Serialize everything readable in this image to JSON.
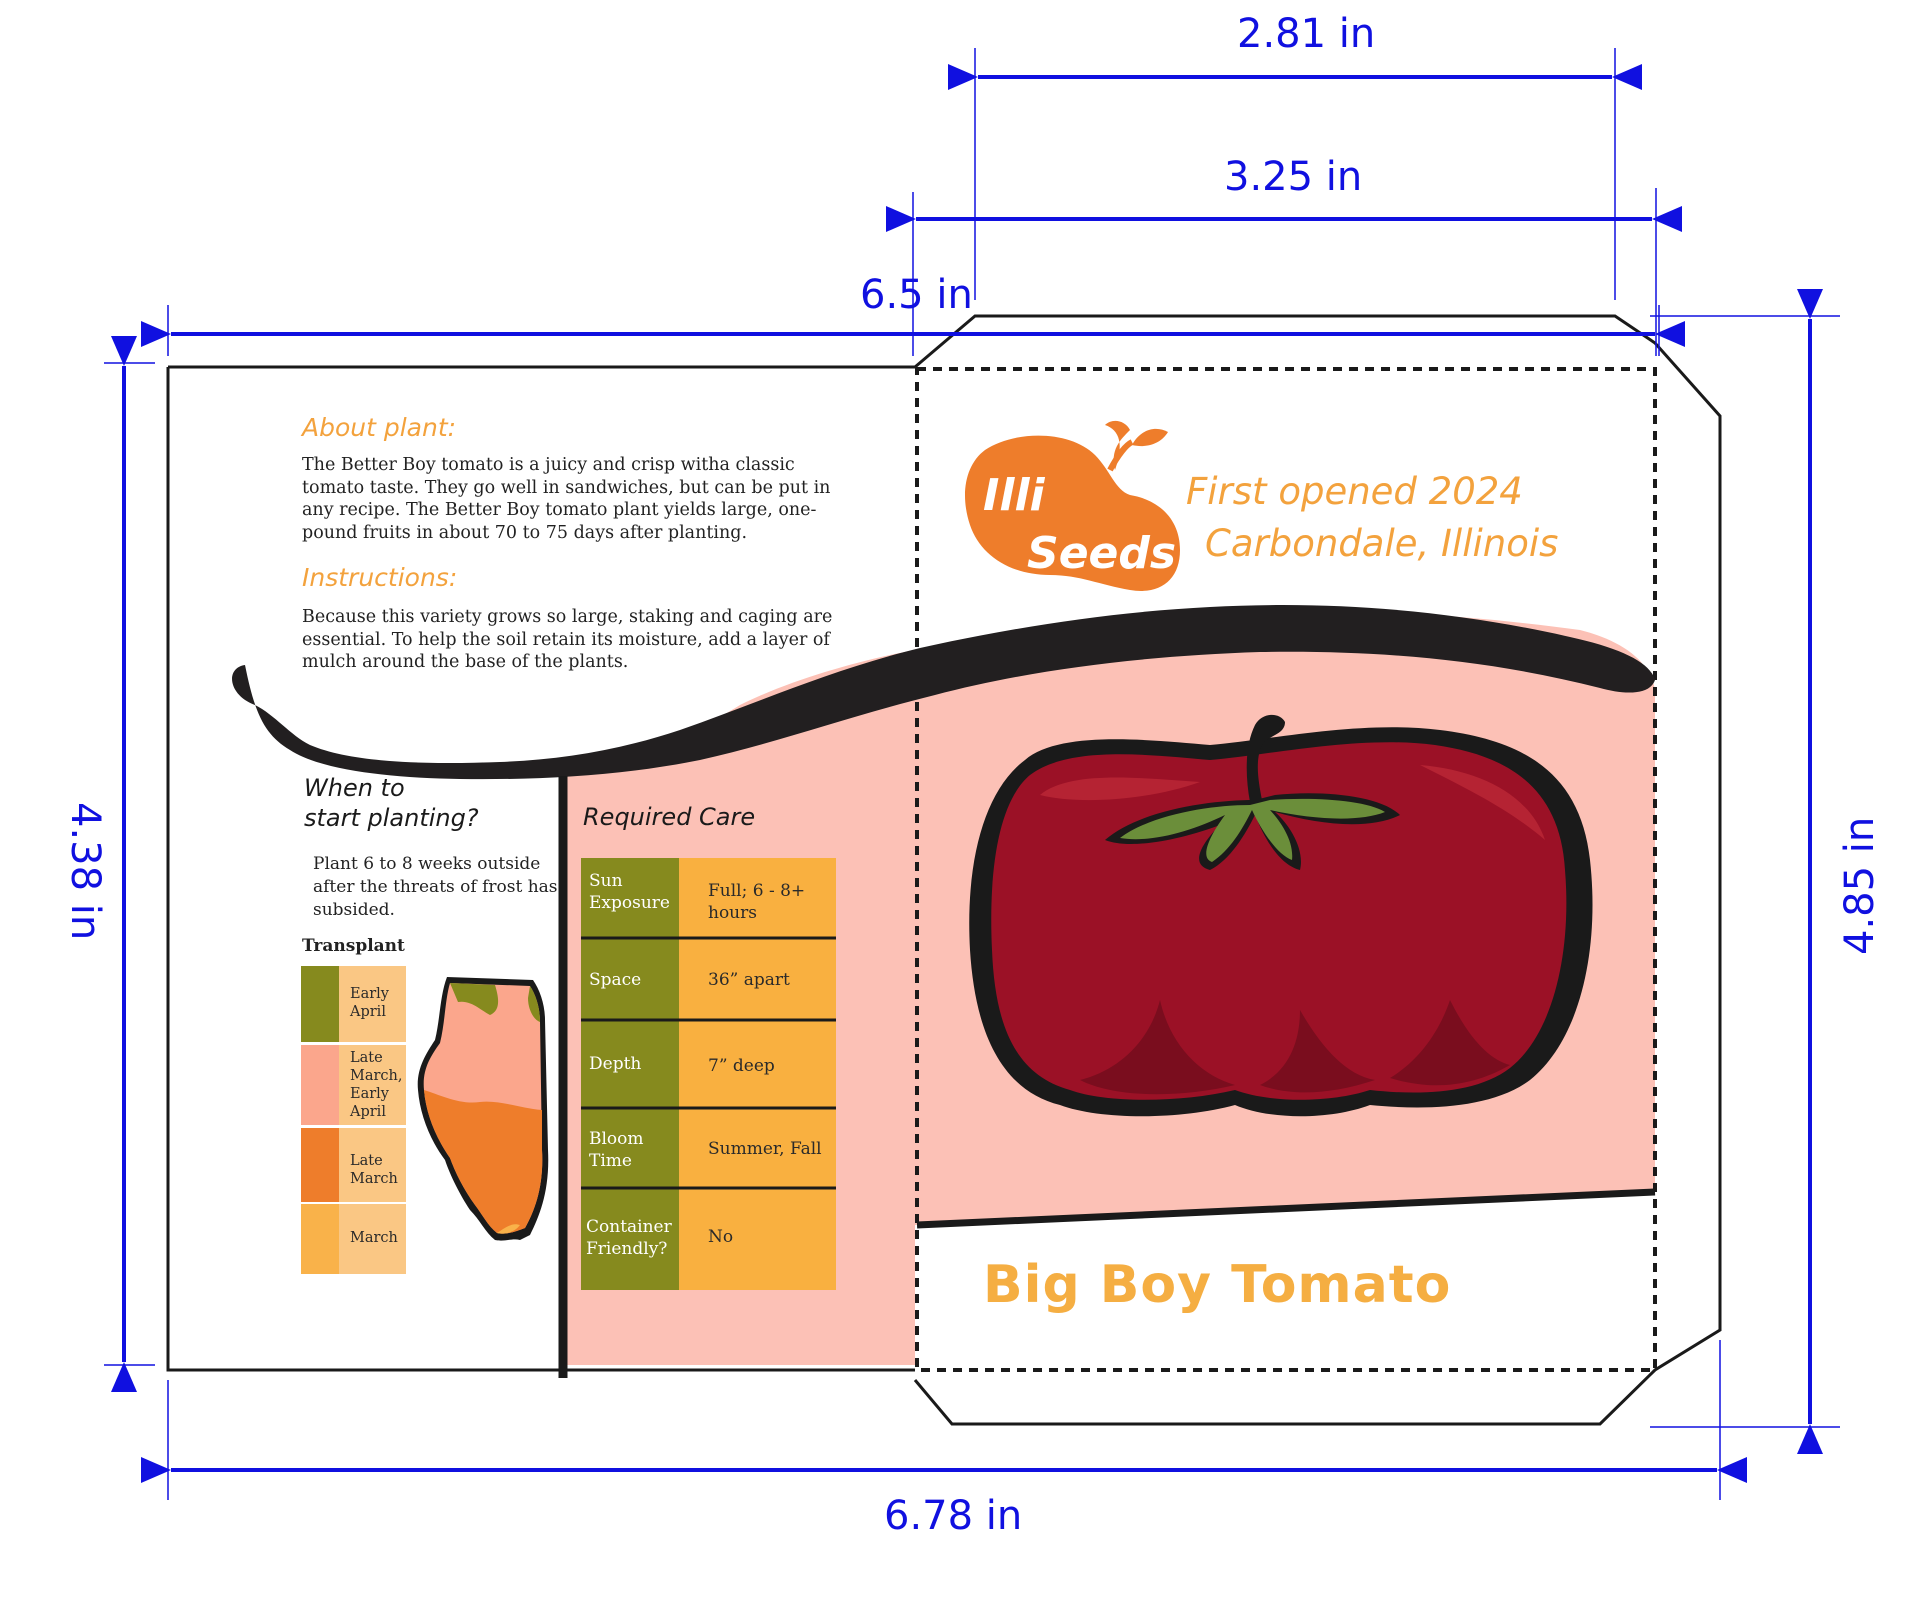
{
  "dimensions": {
    "top_inner": "2.81 in",
    "top_middle": "3.25 in",
    "overall_width": "6.5 in",
    "left_height": "4.38 in",
    "right_height": "4.85 in",
    "bottom_width": "6.78 in"
  },
  "about": {
    "heading": "About plant:",
    "text": "The Better Boy tomato is a juicy and crisp witha classic tomato taste. They go well in sandwiches, but can be put in any recipe. The Better Boy tomato plant yields large, one-pound fruits in about 70 to 75 days after planting."
  },
  "instructions": {
    "heading": "Instructions:",
    "text": "Because this variety grows so large, staking and caging are essential. To help the soil retain its moisture, add a layer of mulch around the base of the plants."
  },
  "planting": {
    "heading_line1": "When to",
    "heading_line2": "start planting?",
    "text": "Plant 6 to 8 weeks outside after the threats of frost has subsided.",
    "legend_title": "Transplant",
    "legend": [
      {
        "label": "Early April",
        "color": "#868a1e"
      },
      {
        "label": "Late March, Early April",
        "color": "#fba68c"
      },
      {
        "label": "Late March",
        "color": "#ee7d2b"
      },
      {
        "label": "March",
        "color": "#f9b24a"
      }
    ]
  },
  "care": {
    "heading": "Required Care",
    "rows": [
      {
        "label": "Sun Exposure",
        "value": "Full; 6 - 8+ hours"
      },
      {
        "label": "Space",
        "value": "36” apart"
      },
      {
        "label": "Depth",
        "value": "7” deep"
      },
      {
        "label": "Bloom Time",
        "value": "Summer, Fall"
      },
      {
        "label": "Container Friendly?",
        "value": "No"
      }
    ]
  },
  "brand": {
    "logo_line1": "Illi",
    "logo_line2": "Seeds",
    "opened": "First opened 2024",
    "location": "Carbondale, Illinois"
  },
  "product": {
    "name": "Big Boy Tomato"
  },
  "colors": {
    "dimension_blue": "#1010e0",
    "accent_orange": "#f3a23d",
    "pink_panel": "#fcc1b6",
    "olive": "#868a1e",
    "care_orange": "#f9b040",
    "logo_orange": "#ee7d2b",
    "tomato_red": "#9b1126",
    "leaf_green": "#6b8e3a"
  }
}
